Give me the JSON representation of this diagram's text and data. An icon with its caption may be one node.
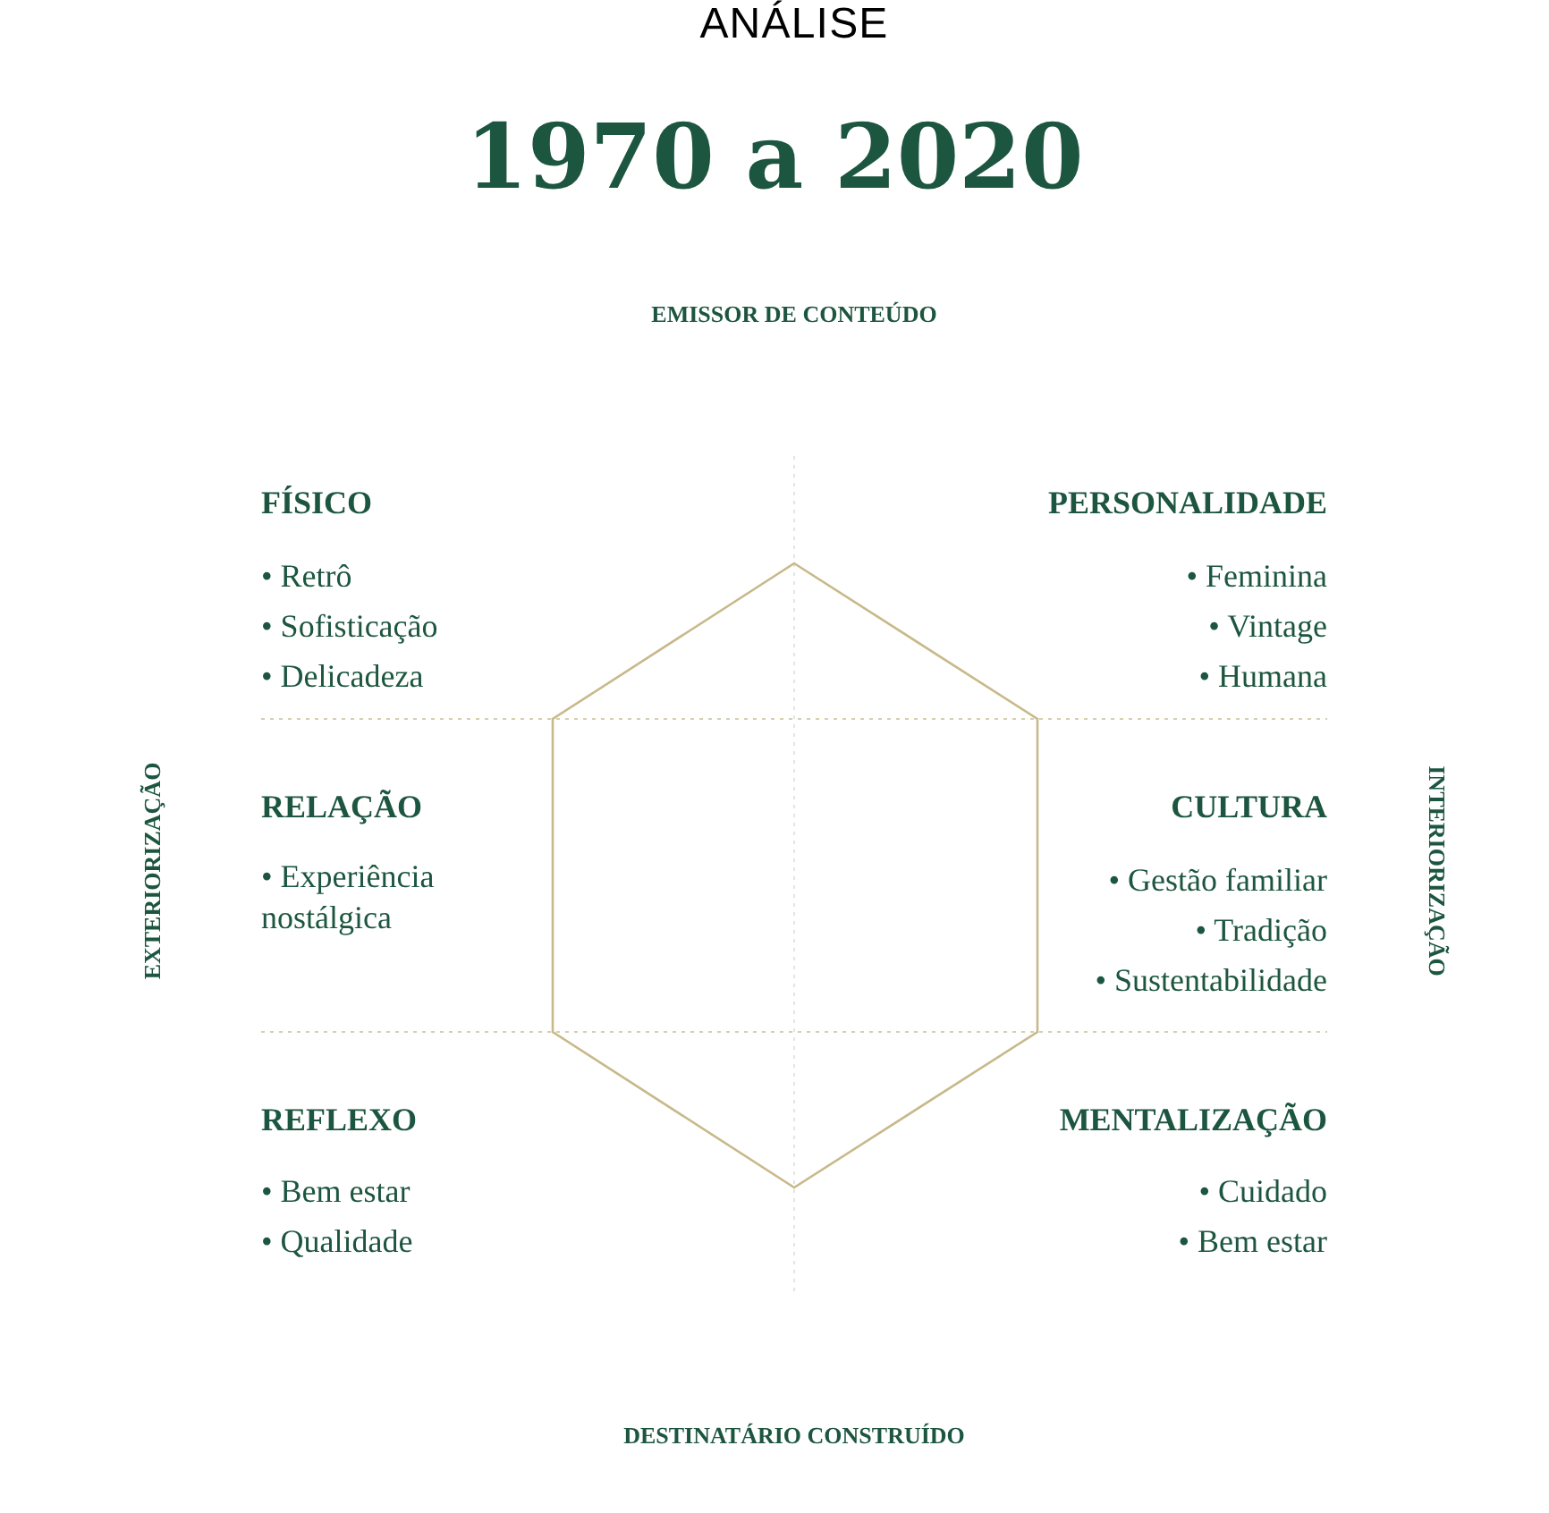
{
  "diagram": {
    "title": "1970 a 2020",
    "nodes": [
      {
        "text": [],
        "shape": "hexagon"
      }
    ],
    "labels": [
      "ANÁLISE",
      "EMISSOR DE CONTEÚDO",
      "FÍSICO",
      "• Retrô",
      "• Sofisticação",
      "• Delicadeza",
      "PERSONALIDADE",
      "• Feminina",
      "• Vintage",
      "• Humana",
      "EXTERIORIZAÇÃO",
      "RELAÇÃO",
      "• Experiência nostálgica",
      "CULTURA",
      "• Gestão familiar",
      "• Tradição",
      "• Sustentabilidade",
      "INTERIORIZAÇÃO",
      "REFLEXO",
      "• Bem estar",
      "• Qualidade",
      "MENTALIZAÇÃO",
      "• Cuidado",
      "• Bem estar",
      "DESTINATÁRIO CONSTRUÍDO"
    ]
  }
}
